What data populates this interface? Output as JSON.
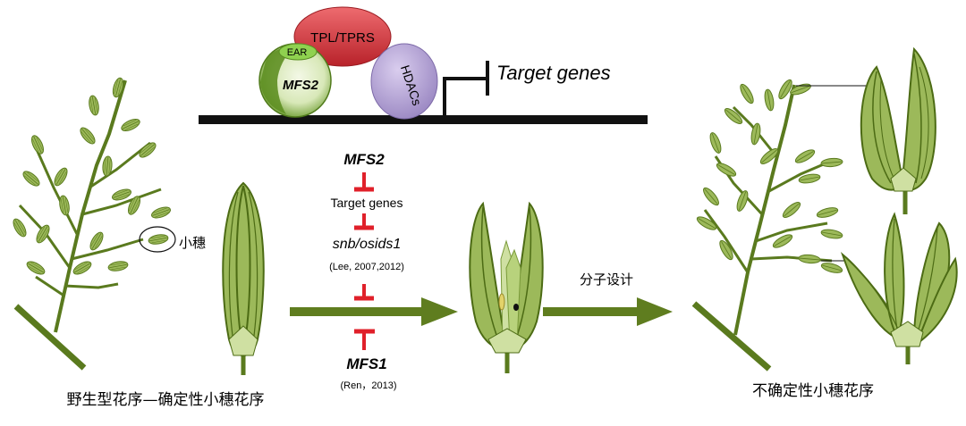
{
  "complex": {
    "tpl_label": "TPL/TPRS",
    "ear_label": "EAR",
    "mfs2_label": "MFS2",
    "hdac_label": "HDACs",
    "target_label": "Target genes"
  },
  "pathway": {
    "mfs2": "MFS2",
    "target_genes": "Target genes",
    "snb": "snb/osids1",
    "lee_citation": "(Lee, 2007,2012)",
    "mfs1": "MFS1",
    "ren_citation": "(Ren，2013)"
  },
  "labels": {
    "spikelet": "小穗",
    "molecular_design": "分子设计",
    "wild_type_caption": "野生型花序—确定性小穗花序",
    "indeterminate_caption": "不确定性小穗花序"
  },
  "colors": {
    "stem": "#5a7a1e",
    "spikelet_fill": "#9cb95a",
    "spikelet_dark": "#6d8f2a",
    "inhibit_red": "#e0202a",
    "tpl_red": "#d9363e",
    "hdac_purple": "#b7a6d6",
    "ear_green": "#8fd14f"
  }
}
